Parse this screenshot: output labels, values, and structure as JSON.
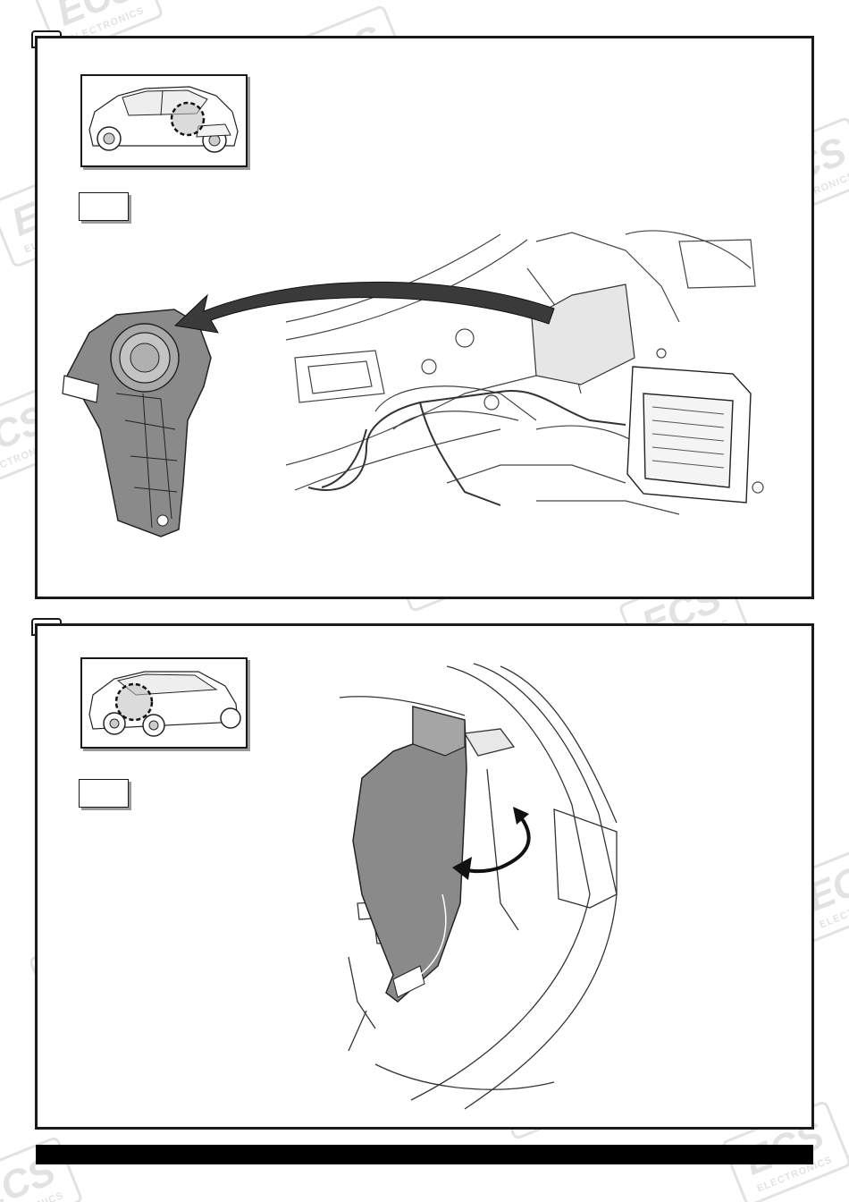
{
  "watermark": {
    "logo": "ECS",
    "text": "ELECTRONICS",
    "color": "#cfcfcf"
  },
  "colors": {
    "frame": "#1a1a1a",
    "part_fill": "#8a8a8a",
    "footer": "#000000"
  },
  "steps": [
    {
      "panel": "removed-trim-part",
      "arrow": "curved-arrow-left"
    },
    {
      "panel": "pull-trim-panel",
      "arrow": "double-curved-arrow"
    }
  ]
}
